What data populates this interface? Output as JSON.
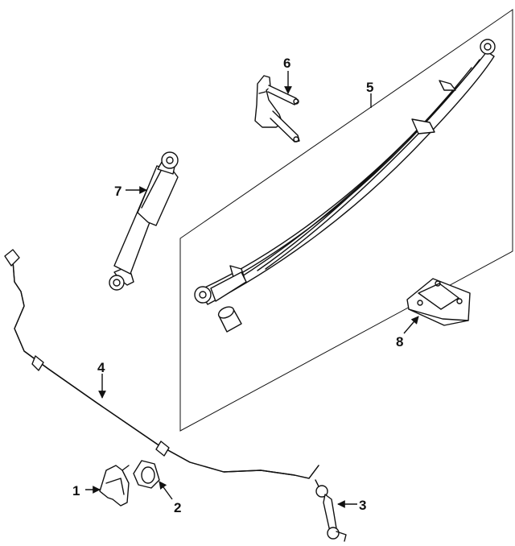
{
  "diagram": {
    "callouts": [
      {
        "id": "1",
        "label": "1"
      },
      {
        "id": "2",
        "label": "2"
      },
      {
        "id": "3",
        "label": "3"
      },
      {
        "id": "4",
        "label": "4"
      },
      {
        "id": "5",
        "label": "5"
      },
      {
        "id": "6",
        "label": "6"
      },
      {
        "id": "7",
        "label": "7"
      },
      {
        "id": "8",
        "label": "8"
      }
    ],
    "parts": [
      {
        "callout": "1",
        "icon": "stabilizer-bracket-icon"
      },
      {
        "callout": "2",
        "icon": "stabilizer-bushing-icon"
      },
      {
        "callout": "3",
        "icon": "stabilizer-link-icon"
      },
      {
        "callout": "4",
        "icon": "stabilizer-bar-icon"
      },
      {
        "callout": "5",
        "icon": "leaf-spring-icon"
      },
      {
        "callout": "6",
        "icon": "u-bolt-plate-icon"
      },
      {
        "callout": "7",
        "icon": "shock-absorber-icon"
      },
      {
        "callout": "8",
        "icon": "spring-mount-plate-icon"
      }
    ]
  }
}
